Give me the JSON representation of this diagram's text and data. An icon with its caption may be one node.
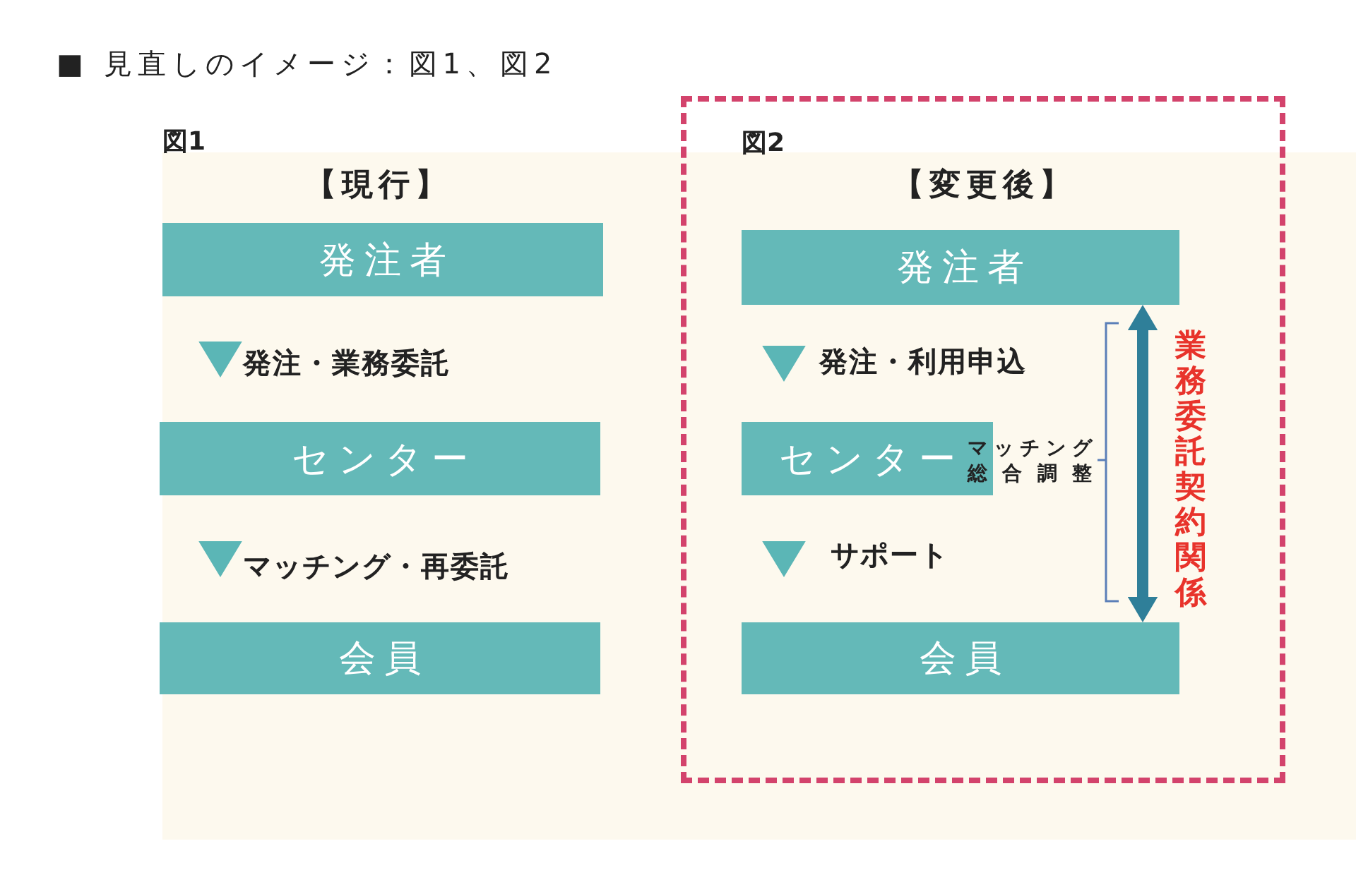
{
  "diagram": {
    "title": "■ 見直しのイメージ：図1、図2",
    "nodes": [
      {
        "text": [
          "発注者"
        ]
      },
      {
        "text": [
          "センター"
        ]
      },
      {
        "text": [
          "会員"
        ]
      },
      {
        "text": [
          "図2",
          "【変更後】"
        ]
      },
      {
        "text": [
          "発注者"
        ],
        "in": 3
      },
      {
        "text": [
          "センター"
        ],
        "in": 3,
        "beside": [
          "マッチング総合調整"
        ]
      },
      {
        "text": [
          "会員"
        ],
        "in": 3
      }
    ],
    "edges": [
      {
        "from": 0,
        "to": 1,
        "arrow": "to",
        "label": "発注・業務委託"
      },
      {
        "from": 1,
        "to": 2,
        "arrow": "to",
        "label": "マッチング・再委託"
      },
      {
        "from": 4,
        "to": 5,
        "arrow": "to",
        "label": "発注・利用申込"
      },
      {
        "from": 5,
        "to": 6,
        "arrow": "to",
        "label": "サポート"
      },
      {
        "from": 4,
        "to": 6,
        "arrow": "both",
        "label": "業務委託契約関係",
        "color": "#2f7f99"
      }
    ],
    "labels": [
      "図1",
      "【現行】"
    ]
  }
}
